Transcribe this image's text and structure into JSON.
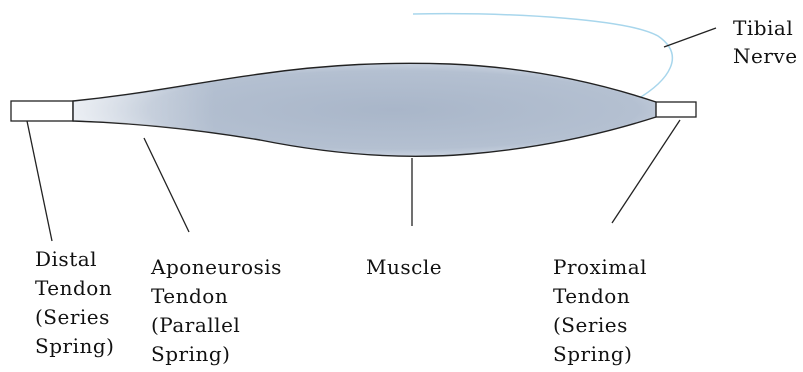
{
  "labels": {
    "tibial_nerve": [
      "Tibial",
      "Nerve"
    ],
    "distal_tendon": [
      "Distal",
      "Tendon",
      "(Series",
      "Spring)"
    ],
    "aponeurosis_tendon": [
      "Aponeurosis",
      "Tendon",
      "(Parallel",
      "Spring)"
    ],
    "muscle": [
      "Muscle"
    ],
    "proximal_tendon": [
      "Proximal",
      "Tendon",
      "(Series",
      "Spring)"
    ]
  },
  "colors": {
    "muscle_fill_center": "#a9b6c9",
    "muscle_fill_edge": "#dfe5ee",
    "outline": "#222222",
    "nerve": "#a8d6ec",
    "tendon_fill": "#ffffff",
    "label_text": "#111111"
  }
}
